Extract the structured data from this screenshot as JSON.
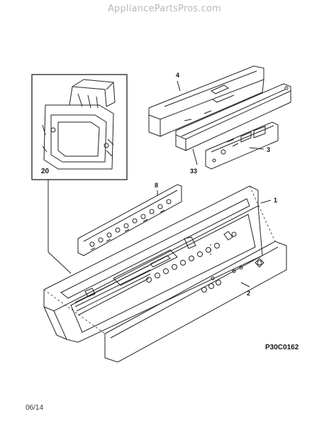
{
  "watermark": "AppliancePartsPros.com",
  "diagram_code": "P30C0162",
  "date_code": "06/14",
  "callouts": {
    "p1": "1",
    "p2": "2",
    "p3": "3",
    "p4": "4",
    "p8": "8",
    "p20": "20",
    "p33": "33"
  }
}
